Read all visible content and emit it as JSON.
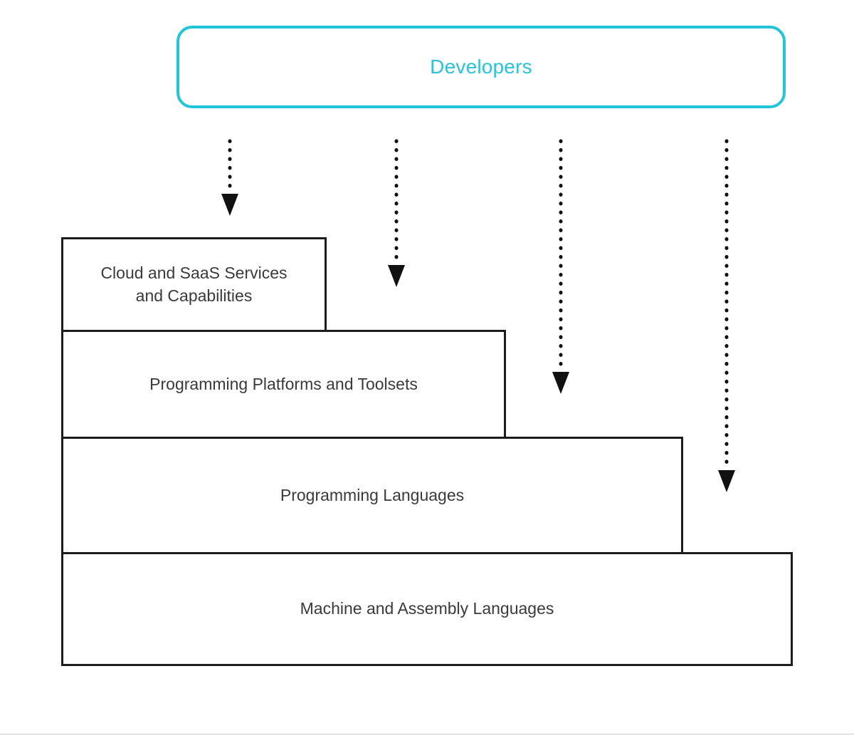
{
  "diagram": {
    "type": "layered-stack-diagram",
    "background_color": "#ffffff",
    "actor": {
      "label": "Developers",
      "text_color": "#2ec2d6",
      "border_color": "#22c5d8",
      "shape": "rounded-rectangle"
    },
    "layers": [
      {
        "id": "cloud-saas",
        "label": "Cloud and SaaS Services and Capabilities",
        "line1": "Cloud and SaaS Services",
        "line2": "and Capabilities",
        "level": 1,
        "border_color": "#1c1c1c",
        "text_color": "#3a3a3a"
      },
      {
        "id": "programming-platforms",
        "label": "Programming Platforms and Toolsets",
        "line1": "Programming Platforms and Toolsets",
        "line2": "",
        "level": 2,
        "border_color": "#1c1c1c",
        "text_color": "#3a3a3a"
      },
      {
        "id": "programming-languages",
        "label": "Programming Languages",
        "line1": "Programming Languages",
        "line2": "",
        "level": 3,
        "border_color": "#1c1c1c",
        "text_color": "#3a3a3a"
      },
      {
        "id": "machine-assembly",
        "label": "Machine and Assembly Languages",
        "line1": "Machine and Assembly Languages",
        "line2": "",
        "level": 4,
        "border_color": "#1c1c1c",
        "text_color": "#3a3a3a"
      }
    ],
    "connectors": [
      {
        "id": "arrow-to-cloud-saas",
        "style": "dotted",
        "color": "#111111",
        "target": "cloud-saas"
      },
      {
        "id": "arrow-to-programming-platforms",
        "style": "dotted",
        "color": "#111111",
        "target": "programming-platforms"
      },
      {
        "id": "arrow-to-programming-languages",
        "style": "dotted",
        "color": "#111111",
        "target": "programming-languages"
      },
      {
        "id": "arrow-to-machine-assembly",
        "style": "dotted",
        "color": "#111111",
        "target": "machine-assembly"
      }
    ]
  }
}
